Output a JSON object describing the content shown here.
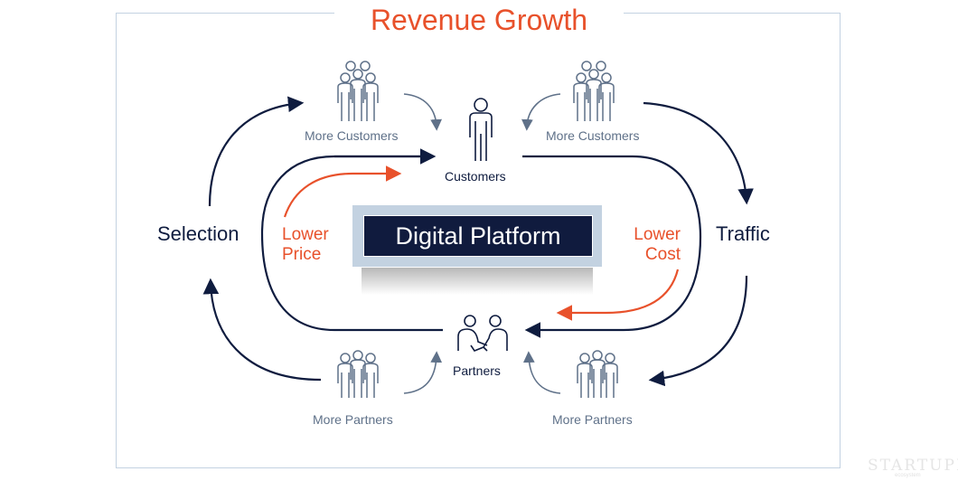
{
  "title": "Revenue Growth",
  "center": {
    "label": "Digital Platform"
  },
  "nodes": {
    "customers": "Customers",
    "partners": "Partners",
    "selection": "Selection",
    "traffic": "Traffic"
  },
  "groups": {
    "more_customers_left": "More Customers",
    "more_customers_right": "More Customers",
    "more_partners_left": "More Partners",
    "more_partners_right": "More Partners"
  },
  "effects": {
    "lower_price": [
      "Lower",
      "Price"
    ],
    "lower_cost": [
      "Lower",
      "Cost"
    ]
  },
  "watermark": {
    "brand": "STARTUPI",
    "tagline": "ecosystem"
  },
  "colors": {
    "navy": "#0f1c3f",
    "orange": "#e8512b",
    "slate": "#5f7189",
    "frame": "#c3d2e1"
  }
}
